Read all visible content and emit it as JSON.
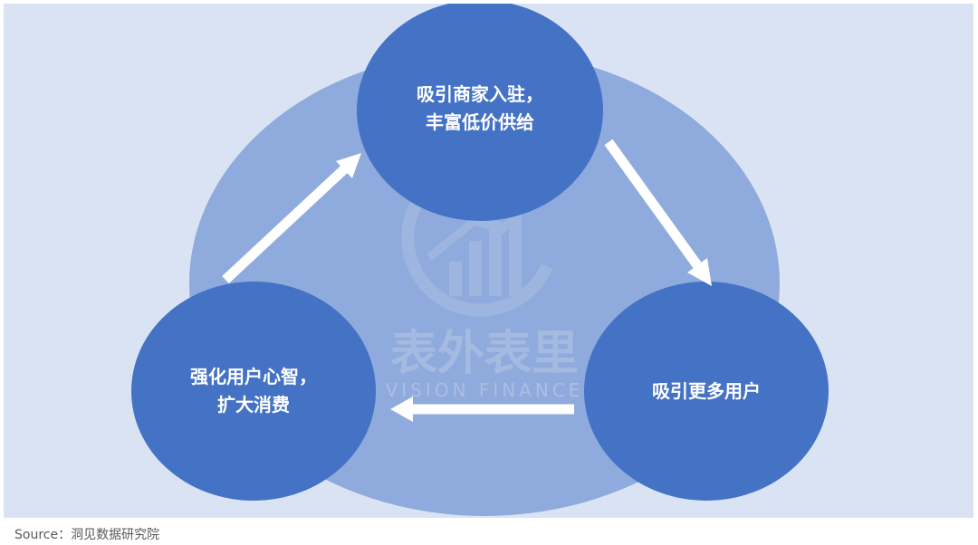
{
  "nodes": {
    "top": {
      "line1": "吸引商家入驻，",
      "line2": "丰富低价供给"
    },
    "right": {
      "line1": "吸引更多用户"
    },
    "left": {
      "line1": "强化用户心智，",
      "line2": "扩大消费"
    }
  },
  "watermark": {
    "cn": "表外表里",
    "en": "VISION FINANCE"
  },
  "source": "Source：洞见数据研究院",
  "colors": {
    "panel_bg": "#dae3f3",
    "big_ellipse": "#8faadc",
    "node_fill": "#4472c4",
    "arrow": "#ffffff"
  }
}
